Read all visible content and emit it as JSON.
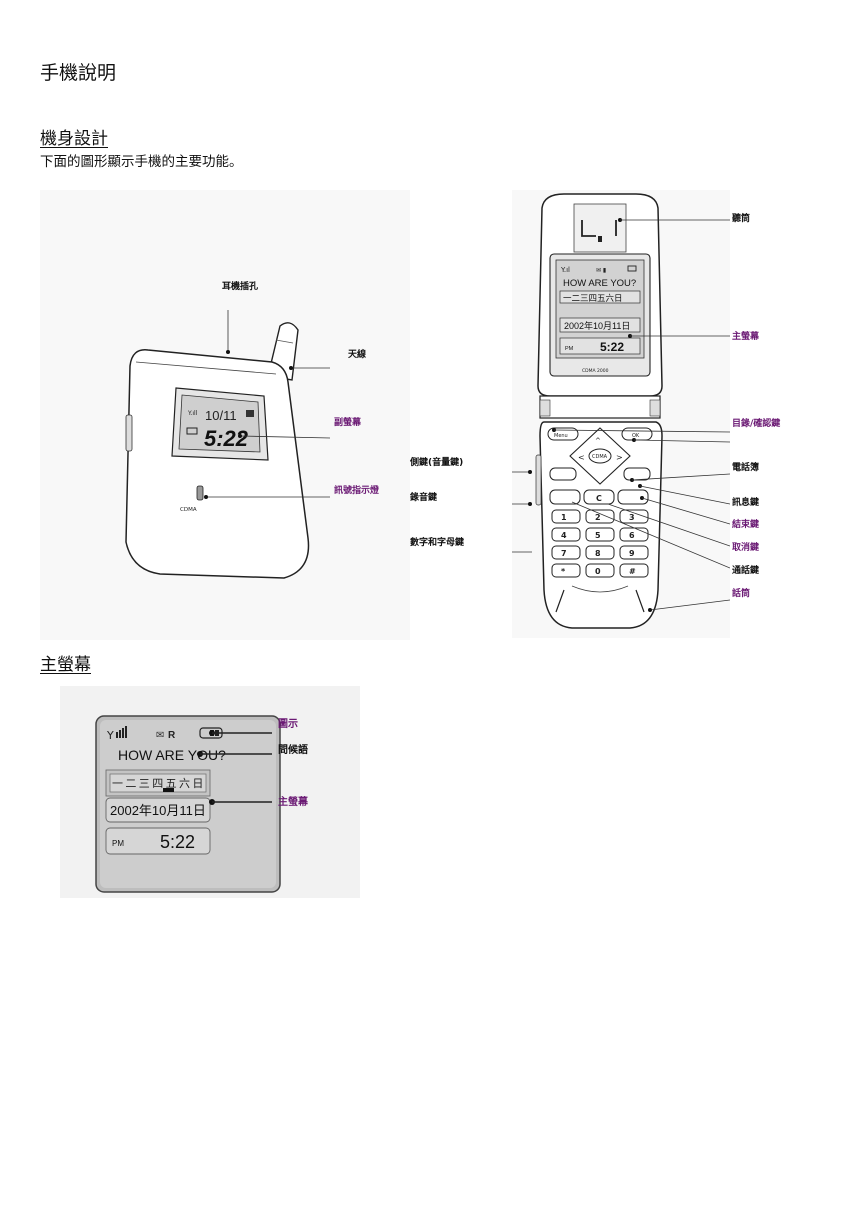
{
  "title": "手機說明",
  "section_design": {
    "heading": "機身設計",
    "intro": "下面的圖形顯示手機的主要功能。",
    "left_labels": {
      "earphone": "耳機插孔",
      "antenna": "天線",
      "sub_screen": "副螢幕",
      "signal_light": "訊號指示燈",
      "scroll_keys": "側鍵(音量鍵)",
      "record_key": "錄音鍵",
      "number_keys": "數字和字母鍵"
    },
    "right_labels": {
      "earpiece": "聽筒",
      "main_screen": "主螢幕",
      "menu_ok": "目錄/確認鍵",
      "phonebook": "電話簿",
      "message": "訊息鍵",
      "end": "結束鍵",
      "cancel": "取消鍵",
      "send": "通話鍵",
      "mic": "話筒"
    },
    "closed_phone": {
      "date": "10/11",
      "time": "5:22",
      "brand": "CDMA"
    },
    "open_phone": {
      "greeting": "HOW ARE YOU?",
      "weekdays": "一二三四五六日",
      "date": "2002年10月11日",
      "ampm": "PM",
      "time": "5:22",
      "brand": "CDMA 2000",
      "menu_key": "Menu",
      "ok_key": "OK",
      "center_key": "CDMA",
      "c_key": "C",
      "keys": [
        [
          "1",
          "2",
          "3"
        ],
        [
          "4",
          "5",
          "6"
        ],
        [
          "7",
          "8",
          "9"
        ],
        [
          "*",
          "0",
          "#"
        ]
      ]
    }
  },
  "section_screen": {
    "heading": "主螢幕",
    "labels": {
      "icons": "圖示",
      "greeting": "問候語",
      "main_screen": "主螢幕"
    },
    "screen": {
      "greeting": "HOW ARE YOU?",
      "weekdays": [
        "一",
        "二",
        "三",
        "四",
        "五",
        "六",
        "日"
      ],
      "date": "2002年10月11日",
      "ampm": "PM",
      "time": "5:22",
      "roaming": "R"
    }
  }
}
